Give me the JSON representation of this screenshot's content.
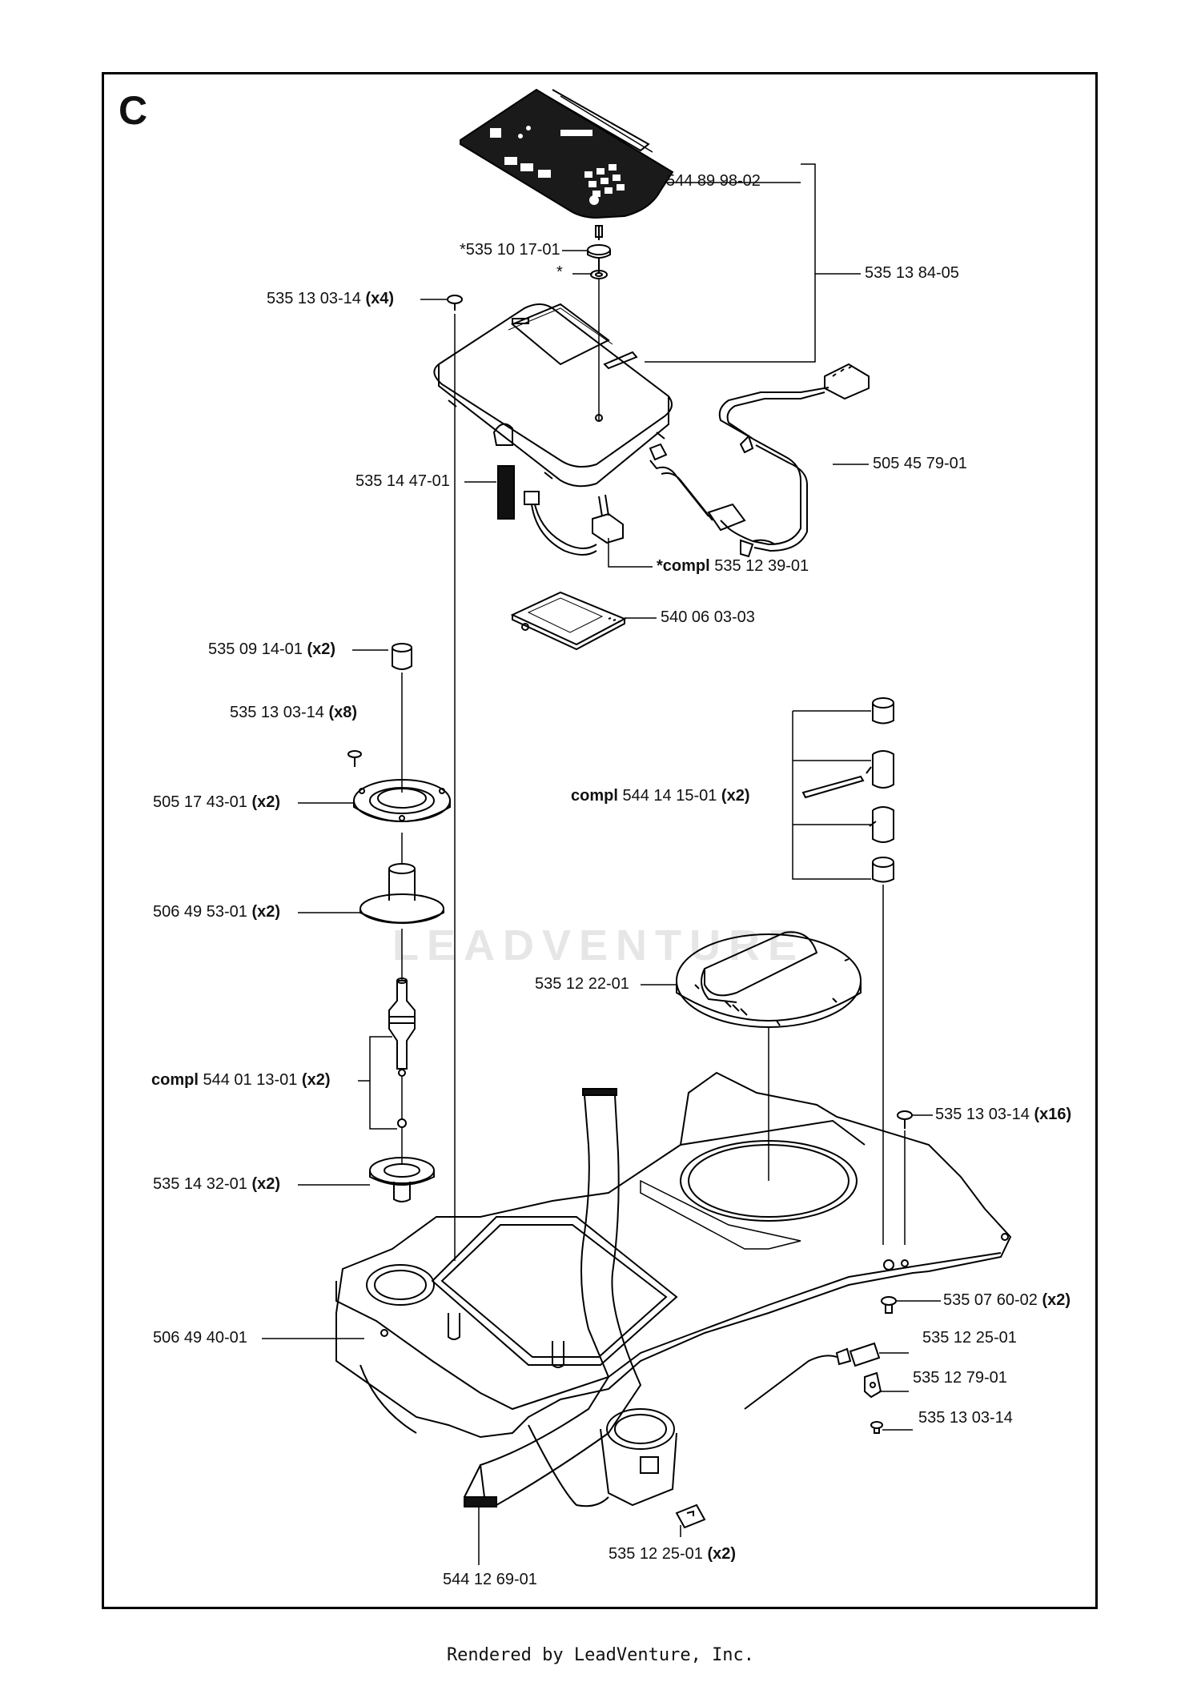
{
  "section_letter": "C",
  "watermark": "LEADVENTURE",
  "footer": "Rendered by LeadVenture, Inc.",
  "labels": [
    {
      "id": "544-89-98-02",
      "prefix": "",
      "num": "544 89 98-02",
      "qty": ""
    },
    {
      "id": "535-10-17-01",
      "prefix": "*",
      "num": "535 10 17-01",
      "qty": ""
    },
    {
      "id": "asterisk",
      "prefix": "*",
      "num": "",
      "qty": ""
    },
    {
      "id": "535-13-84-05",
      "prefix": "",
      "num": "535 13 84-05",
      "qty": ""
    },
    {
      "id": "535-13-03-14-x4",
      "prefix": "",
      "num": "535 13 03-14",
      "qty": "(x4)"
    },
    {
      "id": "505-45-79-01",
      "prefix": "",
      "num": "505 45 79-01",
      "qty": ""
    },
    {
      "id": "535-14-47-01",
      "prefix": "",
      "num": "535 14 47-01",
      "qty": ""
    },
    {
      "id": "compl-535-12-39-01",
      "prefix": "*compl",
      "num": "535 12 39-01",
      "qty": ""
    },
    {
      "id": "540-06-03-03",
      "prefix": "",
      "num": "540 06 03-03",
      "qty": ""
    },
    {
      "id": "535-09-14-01",
      "prefix": "",
      "num": "535 09 14-01",
      "qty": "(x2)"
    },
    {
      "id": "535-13-03-14-x8",
      "prefix": "",
      "num": "535 13 03-14",
      "qty": "(x8)"
    },
    {
      "id": "505-17-43-01",
      "prefix": "",
      "num": "505 17 43-01",
      "qty": "(x2)"
    },
    {
      "id": "compl-544-14-15-01",
      "prefix": "compl",
      "num": "544 14 15-01",
      "qty": "(x2)"
    },
    {
      "id": "506-49-53-01",
      "prefix": "",
      "num": "506 49 53-01",
      "qty": "(x2)"
    },
    {
      "id": "535-12-22-01",
      "prefix": "",
      "num": "535 12 22-01",
      "qty": ""
    },
    {
      "id": "compl-544-01-13-01",
      "prefix": "compl",
      "num": "544 01 13-01",
      "qty": "(x2)"
    },
    {
      "id": "535-13-03-14-x16",
      "prefix": "",
      "num": "535 13 03-14",
      "qty": "(x16)"
    },
    {
      "id": "535-14-32-01",
      "prefix": "",
      "num": "535 14 32-01",
      "qty": "(x2)"
    },
    {
      "id": "535-07-60-02",
      "prefix": "",
      "num": "535 07 60-02",
      "qty": "(x2)"
    },
    {
      "id": "506-49-40-01",
      "prefix": "",
      "num": "506 49 40-01",
      "qty": ""
    },
    {
      "id": "535-12-25-01",
      "prefix": "",
      "num": "535 12 25-01",
      "qty": ""
    },
    {
      "id": "535-12-79-01",
      "prefix": "",
      "num": "535 12 79-01",
      "qty": ""
    },
    {
      "id": "535-13-03-14",
      "prefix": "",
      "num": "535 13 03-14",
      "qty": ""
    },
    {
      "id": "535-12-25-01-x2",
      "prefix": "",
      "num": "535 12 25-01",
      "qty": "(x2)"
    },
    {
      "id": "544-12-69-01",
      "prefix": "",
      "num": "544 12 69-01",
      "qty": ""
    }
  ]
}
